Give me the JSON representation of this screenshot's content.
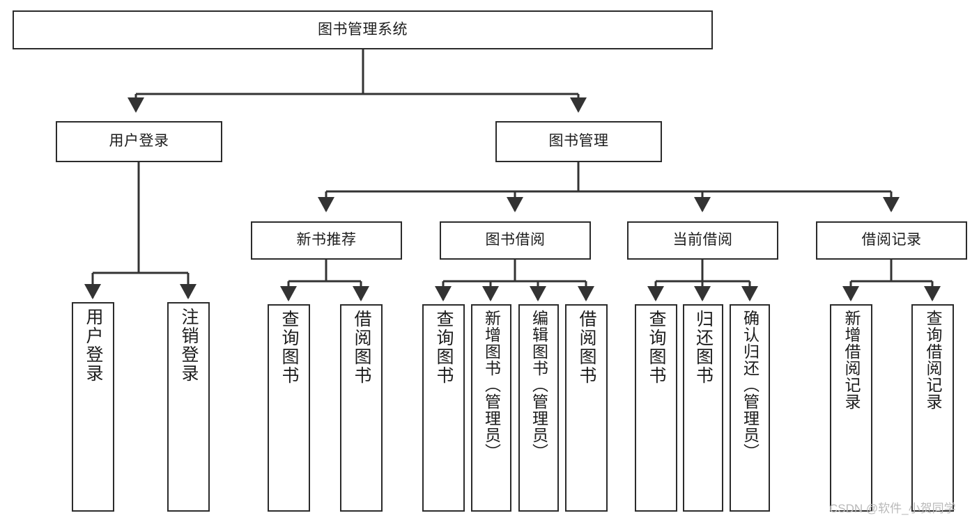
{
  "diagram": {
    "title": "图书管理系统",
    "watermark": "CSDN @软件_小贺同学",
    "colors": {
      "background": "#ffffff",
      "node_border": "#2b2b2b",
      "node_fill": "#ffffff",
      "edge": "#333333",
      "text": "#1c1c1c",
      "watermark": "#b9b9b9"
    },
    "nodes": {
      "root": {
        "label": "图书管理系统",
        "orientation": "horizontal"
      },
      "user_login": {
        "label": "用户登录",
        "orientation": "horizontal"
      },
      "book_manage": {
        "label": "图书管理",
        "orientation": "horizontal"
      },
      "new_book_rec": {
        "label": "新书推荐",
        "orientation": "horizontal"
      },
      "book_borrow": {
        "label": "图书借阅",
        "orientation": "horizontal"
      },
      "current_borrow": {
        "label": "当前借阅",
        "orientation": "horizontal"
      },
      "borrow_record": {
        "label": "借阅记录",
        "orientation": "horizontal"
      },
      "leaf_user_login": {
        "label": "用户登录",
        "orientation": "vertical"
      },
      "leaf_logout": {
        "label": "注销登录",
        "orientation": "vertical"
      },
      "leaf_query_book_1": {
        "label": "查询图书",
        "orientation": "vertical"
      },
      "leaf_borrow_book_1": {
        "label": "借阅图书",
        "orientation": "vertical"
      },
      "leaf_query_book_2": {
        "label": "查询图书",
        "orientation": "vertical"
      },
      "leaf_add_book": {
        "label": "新增图书（管理员）",
        "orientation": "vertical"
      },
      "leaf_edit_book": {
        "label": "编辑图书（管理员）",
        "orientation": "vertical"
      },
      "leaf_borrow_book_2": {
        "label": "借阅图书",
        "orientation": "vertical"
      },
      "leaf_query_book_3": {
        "label": "查询图书",
        "orientation": "vertical"
      },
      "leaf_return_book": {
        "label": "归还图书",
        "orientation": "vertical"
      },
      "leaf_confirm_return": {
        "label": "确认归还（管理员）",
        "orientation": "vertical"
      },
      "leaf_add_record": {
        "label": "新增借阅记录",
        "orientation": "vertical"
      },
      "leaf_query_record": {
        "label": "查询借阅记录",
        "orientation": "vertical"
      }
    },
    "hierarchy": [
      {
        "label": "图书管理系统",
        "children": [
          {
            "label": "用户登录",
            "children": [
              {
                "label": "用户登录"
              },
              {
                "label": "注销登录"
              }
            ]
          },
          {
            "label": "图书管理",
            "children": [
              {
                "label": "新书推荐",
                "children": [
                  {
                    "label": "查询图书"
                  },
                  {
                    "label": "借阅图书"
                  }
                ]
              },
              {
                "label": "图书借阅",
                "children": [
                  {
                    "label": "查询图书"
                  },
                  {
                    "label": "新增图书（管理员）"
                  },
                  {
                    "label": "编辑图书（管理员）"
                  },
                  {
                    "label": "借阅图书"
                  }
                ]
              },
              {
                "label": "当前借阅",
                "children": [
                  {
                    "label": "查询图书"
                  },
                  {
                    "label": "归还图书"
                  },
                  {
                    "label": "确认归还（管理员）"
                  }
                ]
              },
              {
                "label": "借阅记录",
                "children": [
                  {
                    "label": "新增借阅记录"
                  },
                  {
                    "label": "查询借阅记录"
                  }
                ]
              }
            ]
          }
        ]
      }
    ]
  }
}
